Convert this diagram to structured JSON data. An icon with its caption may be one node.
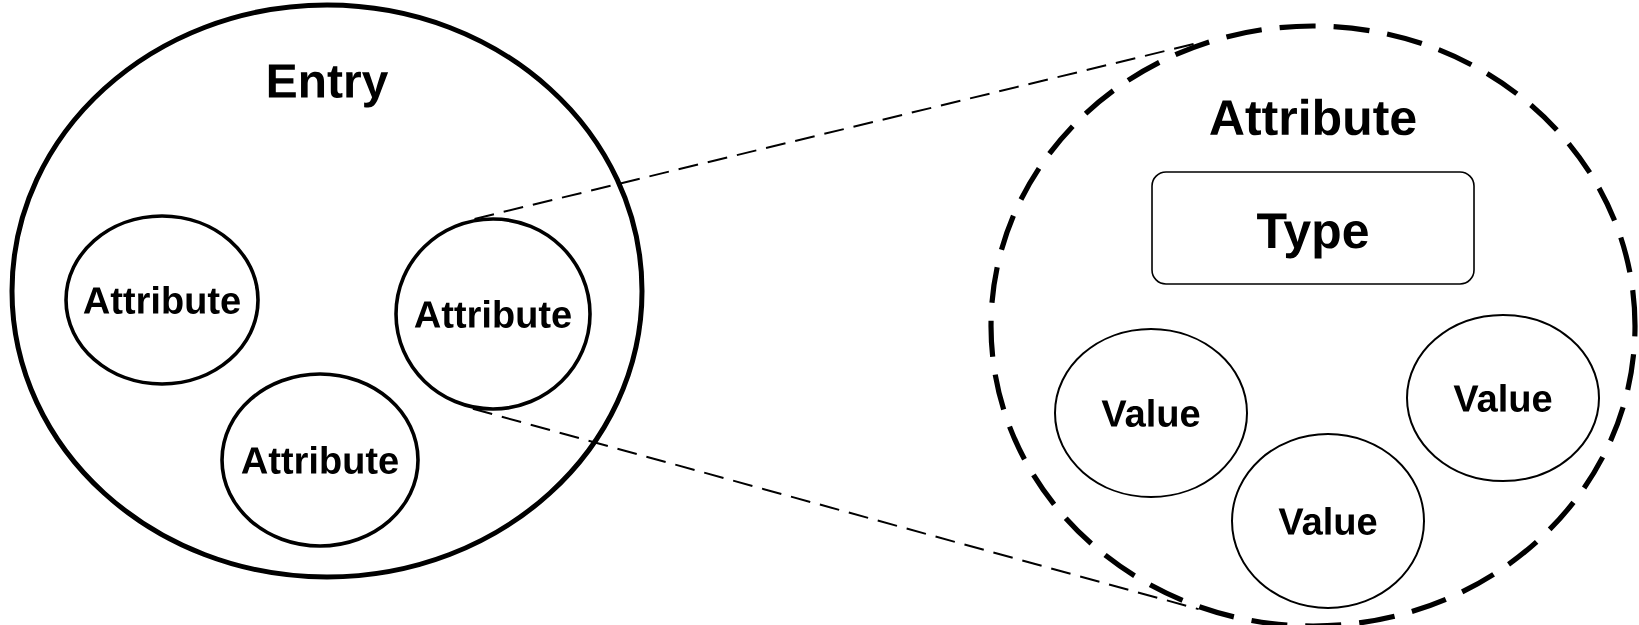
{
  "diagram": {
    "nodes": [
      {
        "text": [
          "Entry"
        ]
      },
      {
        "text": [
          "Attribute"
        ],
        "in": 0
      },
      {
        "text": [
          "Attribute"
        ],
        "in": 0
      },
      {
        "text": [
          "Attribute"
        ],
        "in": 0
      },
      {
        "text": [
          "Attribute"
        ]
      },
      {
        "text": [
          "Type"
        ],
        "in": 4
      },
      {
        "text": [
          "Value"
        ],
        "in": 4
      },
      {
        "text": [
          "Value"
        ],
        "in": 4
      },
      {
        "text": [
          "Value"
        ],
        "in": 4
      }
    ],
    "edges": [
      {
        "from": 3,
        "to": 4,
        "arrow": "none",
        "style": "dashed"
      },
      {
        "from": 3,
        "to": 4,
        "arrow": "none",
        "style": "dashed"
      }
    ]
  }
}
